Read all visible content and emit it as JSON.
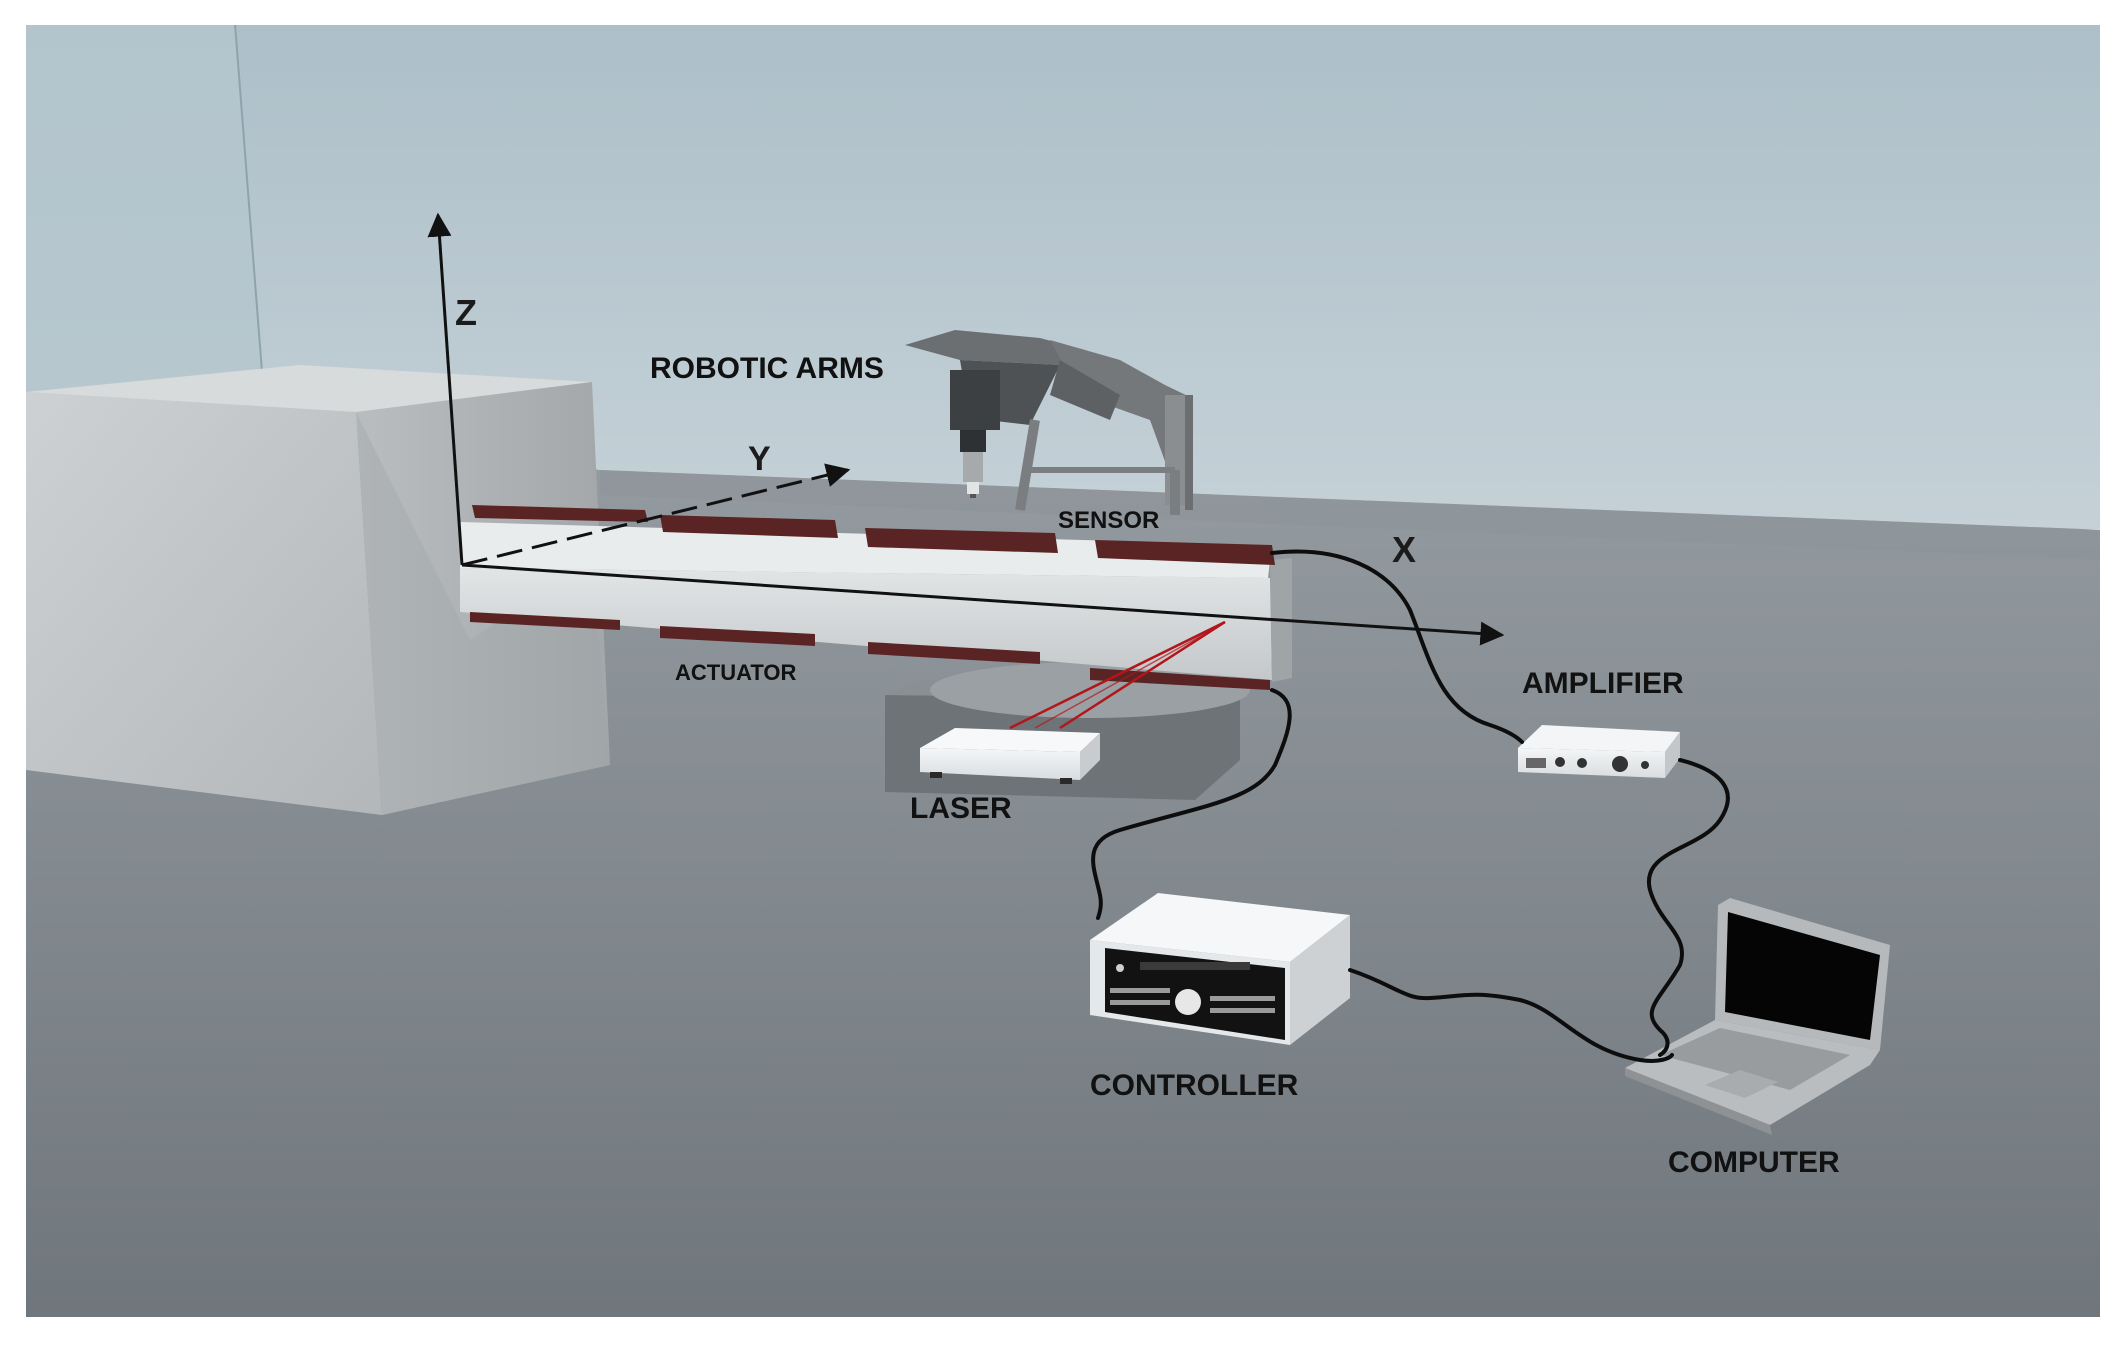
{
  "labels": {
    "robotic_arms": "ROBOTIC ARMS",
    "sensor": "SENSOR",
    "actuator": "ACTUATOR",
    "laser": "LASER",
    "amplifier": "AMPLIFIER",
    "controller": "CONTROLLER",
    "computer": "COMPUTER"
  },
  "axes": {
    "x": "X",
    "y": "Y",
    "z": "Z"
  },
  "colors": {
    "wall": "#a9bcc6",
    "floor": "#7f868c",
    "concrete": "#c2c6c8",
    "beam": "#d6dadc",
    "patch": "#5a2424",
    "laser_beam": "#b3161a",
    "cable": "#0d0d0d",
    "screen": "#050505"
  }
}
